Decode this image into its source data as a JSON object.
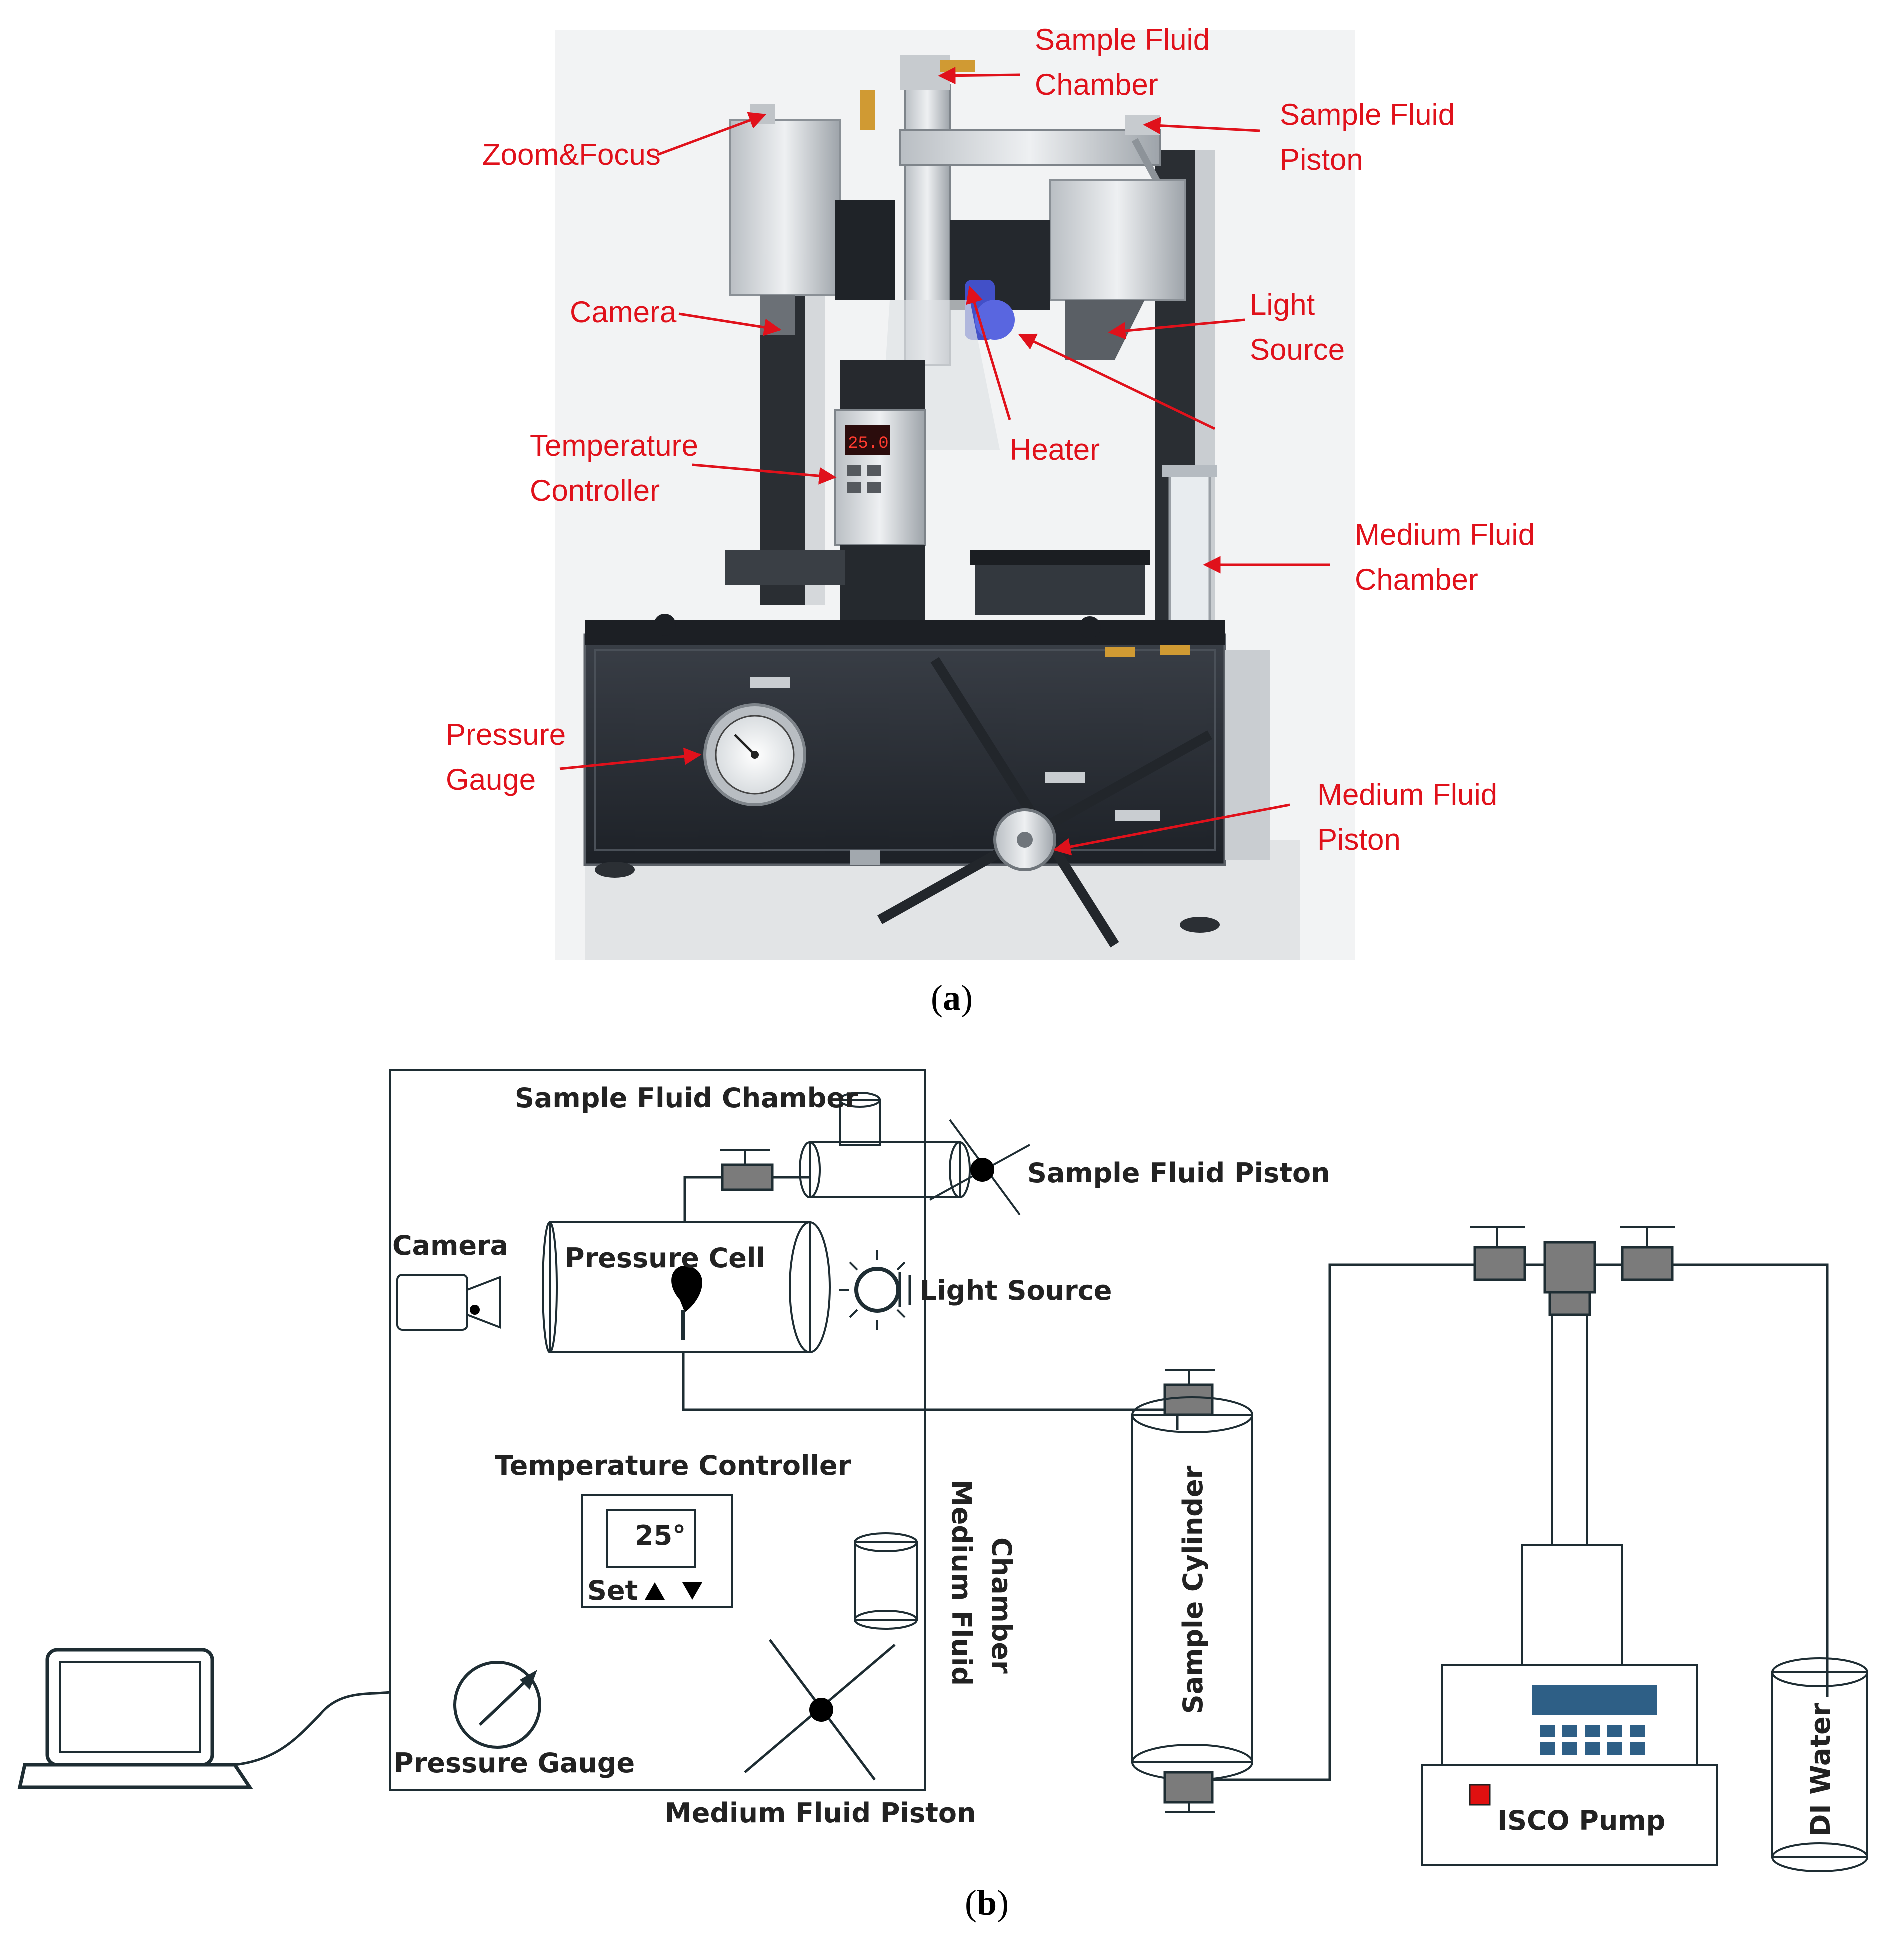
{
  "panel_a": {
    "caption_open": "(",
    "caption_letter": "a",
    "caption_close": ")",
    "labels": [
      {
        "id": "sample-fluid-chamber",
        "lines": [
          "Sample Fluid",
          "Chamber"
        ]
      },
      {
        "id": "zoom-focus",
        "lines": [
          "Zoom&Focus"
        ]
      },
      {
        "id": "sample-fluid-piston",
        "lines": [
          "Sample Fluid",
          "Piston"
        ]
      },
      {
        "id": "camera",
        "lines": [
          "Camera"
        ]
      },
      {
        "id": "light-source",
        "lines": [
          "Light",
          "Source"
        ]
      },
      {
        "id": "heater",
        "lines": [
          "Heater"
        ]
      },
      {
        "id": "temperature-controller",
        "lines": [
          "Temperature",
          "Controller"
        ]
      },
      {
        "id": "medium-fluid-chamber",
        "lines": [
          "Medium Fluid",
          "Chamber"
        ]
      },
      {
        "id": "pressure-gauge",
        "lines": [
          "Pressure",
          "Gauge"
        ]
      },
      {
        "id": "medium-fluid-piston",
        "lines": [
          "Medium Fluid",
          "Piston"
        ]
      }
    ],
    "instrument_display": "25.0",
    "label_color": "#e0111b"
  },
  "panel_b": {
    "caption_open": "(",
    "caption_letter": "b",
    "caption_close": ")",
    "sample_fluid_chamber": "Sample Fluid Chamber",
    "sample_fluid_piston": "Sample Fluid Piston",
    "camera": "Camera",
    "pressure_cell": "Pressure Cell",
    "light_source": "Light Source",
    "temperature_controller": "Temperature Controller",
    "temperature_value": "25°",
    "set_label": "Set",
    "medium_fluid_chamber_1": "Medium Fluid",
    "medium_fluid_chamber_2": "Chamber",
    "pressure_gauge": "Pressure Gauge",
    "medium_fluid_piston": "Medium Fluid Piston",
    "sample_cylinder": "Sample Cylinder",
    "isco_pump": "ISCO Pump",
    "di_water": "DI Water",
    "pump_display_color": "#2e5f86",
    "pump_indicator_color": "#e01010"
  }
}
